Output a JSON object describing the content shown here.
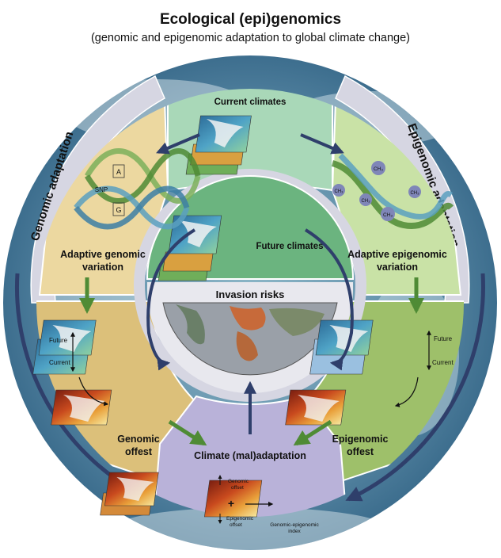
{
  "title": "Ecological (epi)genomics",
  "subtitle": "(genomic and epigenomic adaptation to global climate change)",
  "ring": {
    "left_label": "Genomic adaptation",
    "right_label": "Epigenomic adaptation"
  },
  "sectors": {
    "current_climates": "Current climates",
    "future_climates": "Future climates",
    "invasion_risks": "Invasion risks",
    "adaptive_genomic_l1": "Adaptive genomic",
    "adaptive_genomic_l2": "variation",
    "adaptive_epigenomic_l1": "Adaptive epigenomic",
    "adaptive_epigenomic_l2": "variation",
    "genomic_offset_l1": "Genomic",
    "genomic_offset_l2": "offest",
    "epigenomic_offset_l1": "Epigenomic",
    "epigenomic_offset_l2": "offest",
    "climate_maladaptation": "Climate (mal)adaptation"
  },
  "small_labels": {
    "snp": "SNP",
    "allele_a": "A",
    "allele_g": "G",
    "future_left": "Future",
    "current_left": "Current",
    "future_right": "Future",
    "current_right": "Current",
    "genomic_offset_l1": "Genomic",
    "genomic_offset_l2": "offset",
    "plus": "+",
    "epigenomic_offset_l1": "Epigenomic",
    "epigenomic_offset_l2": "offset",
    "index_l1": "Genomic-epigenomic",
    "index_l2": "index",
    "ch3": "CH₃"
  },
  "colors": {
    "current_sector": "#a9d8b8",
    "future_sector": "#6bb47f",
    "genomic_sector": "#ecd8a0",
    "genomic_offset_sector": "#dcc07a",
    "epigenomic_sector": "#c9e2a6",
    "epigenomic_offset_sector": "#9ec06a",
    "climate_sector": "#b9b2d9",
    "ring": "#d6d6e2",
    "arrow_dark": "#2f3f6b",
    "arrow_green": "#4f8b35"
  }
}
